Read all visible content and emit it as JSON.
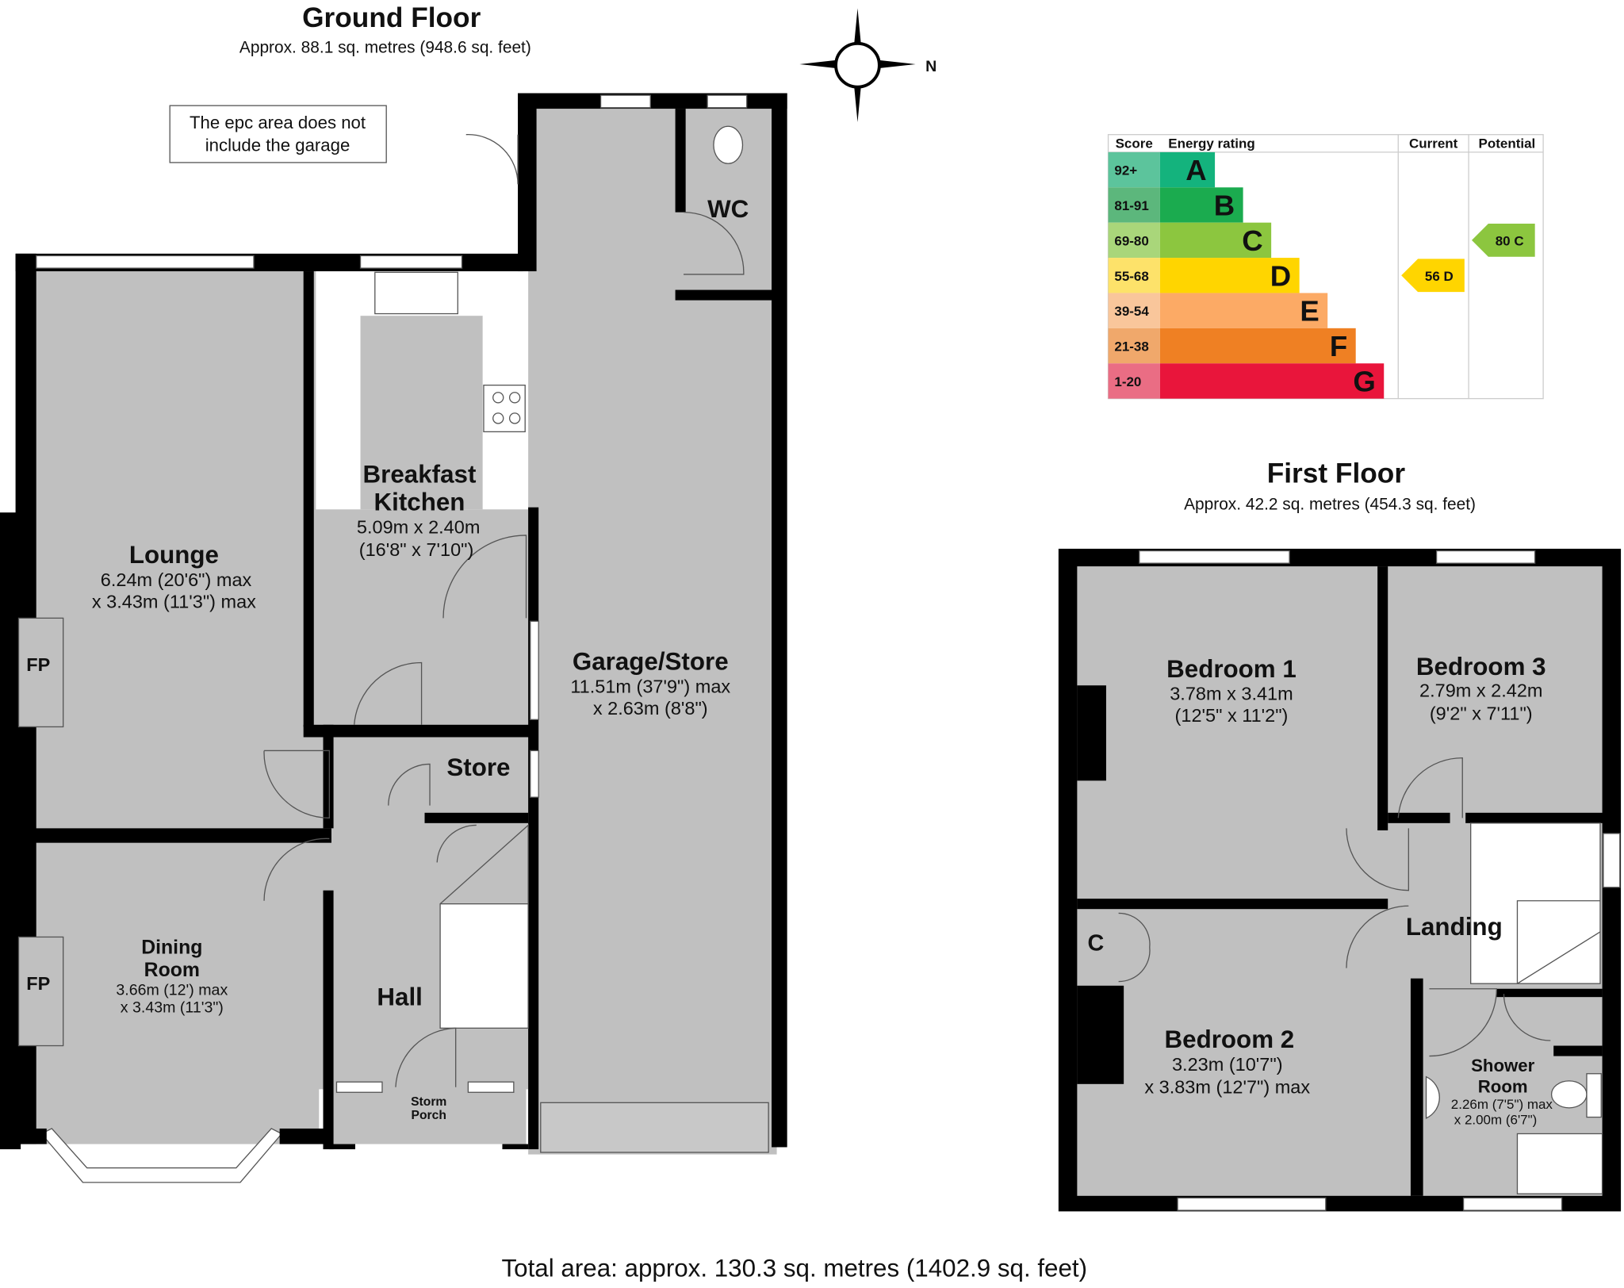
{
  "ground_floor": {
    "title": "Ground Floor",
    "area": "Approx. 88.1 sq. metres (948.6 sq. feet)",
    "note_line1": "The epc area does not",
    "note_line2": "include the garage",
    "rooms": {
      "lounge": {
        "name": "Lounge",
        "dim1": "6.24m (20'6\") max",
        "dim2": "x 3.43m (11'3\") max",
        "fp": "FP"
      },
      "kitchen": {
        "name1": "Breakfast",
        "name2": "Kitchen",
        "dim1": "5.09m x 2.40m",
        "dim2": "(16'8\" x 7'10\")"
      },
      "garage": {
        "name": "Garage/Store",
        "dim1": "11.51m (37'9\") max",
        "dim2": "x 2.63m (8'8\")"
      },
      "wc": {
        "name": "WC"
      },
      "store": {
        "name": "Store"
      },
      "dining": {
        "name1": "Dining",
        "name2": "Room",
        "dim1": "3.66m (12') max",
        "dim2": "x 3.43m (11'3\")",
        "fp": "FP"
      },
      "hall": {
        "name": "Hall"
      },
      "porch": {
        "name1": "Storm",
        "name2": "Porch"
      }
    }
  },
  "first_floor": {
    "title": "First Floor",
    "area": "Approx. 42.2 sq. metres (454.3 sq. feet)",
    "rooms": {
      "bed1": {
        "name": "Bedroom 1",
        "dim1": "3.78m x 3.41m",
        "dim2": "(12'5\" x 11'2\")"
      },
      "bed3": {
        "name": "Bedroom 3",
        "dim1": "2.79m x 2.42m",
        "dim2": "(9'2\" x 7'11\")"
      },
      "bed2": {
        "name": "Bedroom 2",
        "dim1": "3.23m (10'7\")",
        "dim2": "x 3.83m (12'7\") max"
      },
      "landing": {
        "name": "Landing"
      },
      "cupboard": {
        "name": "C"
      },
      "shower": {
        "name1": "Shower",
        "name2": "Room",
        "dim1": "2.26m (7'5\") max",
        "dim2": "x 2.00m (6'7\")"
      }
    }
  },
  "compass": {
    "label": "N"
  },
  "total_area": "Total area: approx. 130.3 sq. metres (1402.9 sq. feet)",
  "epc": {
    "headers": {
      "score": "Score",
      "rating": "Energy rating",
      "current": "Current",
      "potential": "Potential"
    },
    "bands": [
      {
        "score": "92+",
        "letter": "A",
        "color": "#14b37d",
        "score_color": "#5cc49c"
      },
      {
        "score": "81-91",
        "letter": "B",
        "color": "#1bab4f",
        "score_color": "#5cb77c"
      },
      {
        "score": "69-80",
        "letter": "C",
        "color": "#8cc63f",
        "score_color": "#a9d67a"
      },
      {
        "score": "55-68",
        "letter": "D",
        "color": "#ffd500",
        "score_color": "#fde26a"
      },
      {
        "score": "39-54",
        "letter": "E",
        "color": "#fcaa65",
        "score_color": "#f9c69b"
      },
      {
        "score": "21-38",
        "letter": "F",
        "color": "#ef8023",
        "score_color": "#f0a86b"
      },
      {
        "score": "1-20",
        "letter": "G",
        "color": "#e9153b",
        "score_color": "#ea6d84"
      }
    ],
    "current": {
      "label": "56 D",
      "band": 3,
      "color": "#ffd500"
    },
    "potential": {
      "label": "80 C",
      "band": 2,
      "color": "#8cc63f"
    }
  }
}
